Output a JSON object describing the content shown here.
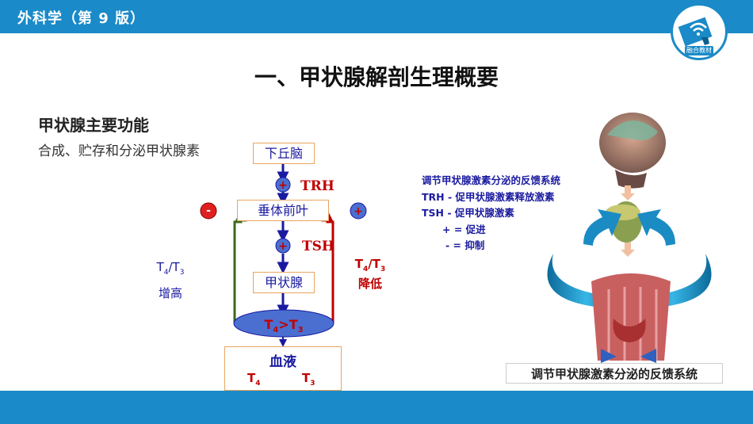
{
  "header": {
    "title": "外科学（第 9 版）"
  },
  "logo": {
    "label": "融合教材"
  },
  "slide": {
    "title": "一、甲状腺解剖生理概要",
    "subtitle": "甲状腺主要功能",
    "function_text": "合成、贮存和分泌甲状腺素"
  },
  "diagram": {
    "hypothalamus": "下丘脑",
    "pituitary": "垂体前叶",
    "thyroid": "甲状腺",
    "trh": "TRH",
    "tsh": "TSH",
    "plus": "+",
    "minus": "-",
    "ellipse": {
      "t4": "T",
      "sub4": "4",
      "gt": ">",
      "t3": "T",
      "sub3": "3"
    },
    "blood": "血液",
    "convert": {
      "t4": "T",
      "sub4": "4",
      "t3": "T",
      "sub3": "3"
    },
    "left_label": {
      "t": "T",
      "s4": "4",
      "slash": "/",
      "t2": "T",
      "s3": "3",
      "line2": "增高"
    },
    "right_label": {
      "t": "T",
      "s4": "4",
      "slash": "/",
      "t2": "T",
      "s3": "3",
      "line2": "降低"
    }
  },
  "legend": {
    "line1": "调节甲状腺激素分泌的反馈系统",
    "line2": "TRH -  促甲状腺激素释放激素",
    "line3": "TSH -  促甲状腺激素",
    "line4": "+  =  促进",
    "line5": "-  =  抑制"
  },
  "figure_caption": "调节甲状腺激素分泌的反馈系统",
  "colors": {
    "bar": "#1a8ac8",
    "red": "#c00000",
    "navy": "#1a1aa0",
    "green": "#3a6a1a"
  }
}
